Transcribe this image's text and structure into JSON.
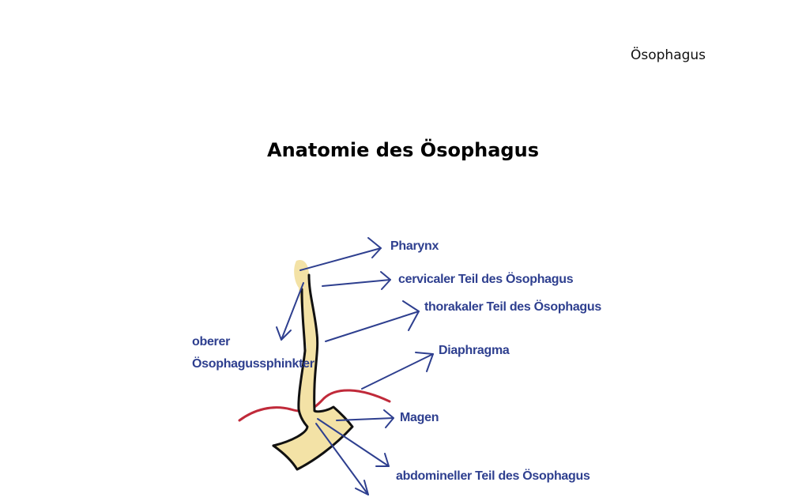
{
  "header": {
    "label": "Ösophagus"
  },
  "page_title": "Anatomie des Ösophagus",
  "colors": {
    "label_blue": "#2e3f8f",
    "organ_fill": "#f3e2a6",
    "organ_outline": "#111111",
    "diaphragm_red": "#c02a3a"
  },
  "diagram": {
    "labels": {
      "pharynx": "Pharynx",
      "cervical": "cervicaler Teil des Ösophagus",
      "thoracic": "thorakaler Teil des Ösophagus",
      "diaphragm": "Diaphragma",
      "sphincter_line1": "oberer",
      "sphincter_line2": "Ösophagussphinkter",
      "stomach": "Magen",
      "abdominal": "abdomineller Teil des Ösophagus"
    }
  }
}
